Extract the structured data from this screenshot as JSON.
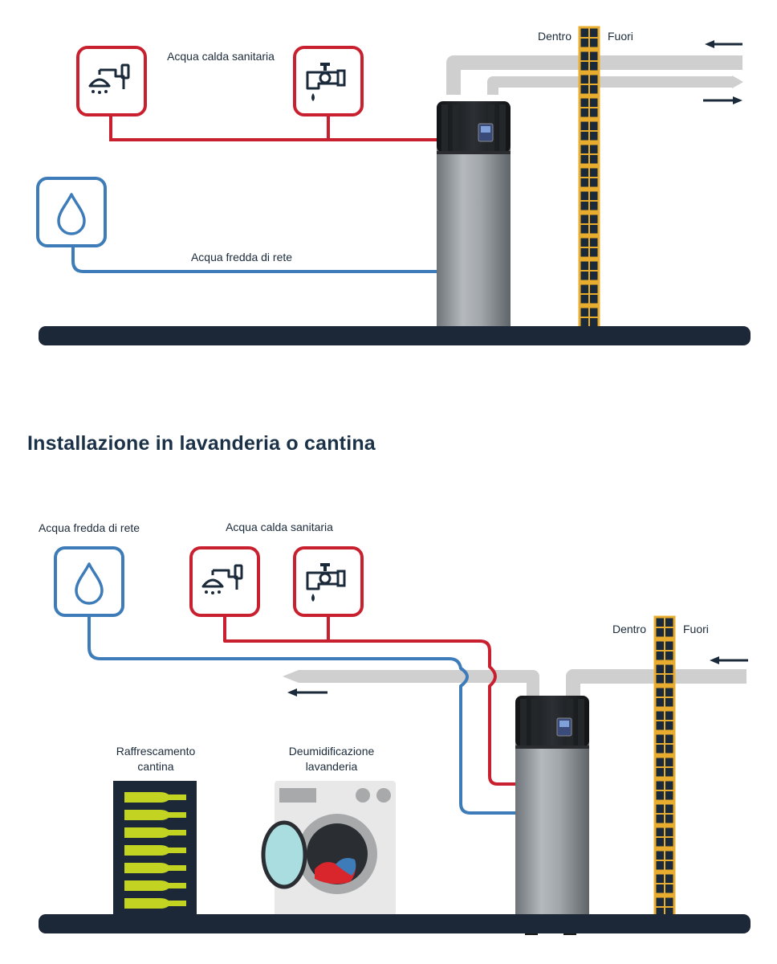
{
  "colors": {
    "hot": "#c8202e",
    "cold": "#3d7cb8",
    "duct": "#cfcfcf",
    "floor": "#1c2837",
    "wall": "#e8ad2e",
    "tank_top": "#1d1f22",
    "tank_body": "#9aa0a5",
    "bottle": "#c3d321",
    "rack": "#1c2837",
    "washer": "#e8e8e8",
    "door_glass": "#a9dde0"
  },
  "top_diagram": {
    "label_hot_water": "Acqua calda sanitaria",
    "label_cold_water": "Acqua fredda di rete",
    "label_inside": "Dentro",
    "label_outside": "Fuori",
    "icons": [
      "shower-icon",
      "faucet-icon",
      "water-drop-icon"
    ]
  },
  "section_title": "Installazione in lavanderia o cantina",
  "bottom_diagram": {
    "label_cold_water": "Acqua fredda di rete",
    "label_hot_water": "Acqua calda sanitaria",
    "label_inside": "Dentro",
    "label_outside": "Fuori",
    "label_cellar_line1": "Raffrescamento",
    "label_cellar_line2": "cantina",
    "label_laundry_line1": "Deumidificazione",
    "label_laundry_line2": "lavanderia",
    "icons": [
      "water-drop-icon",
      "shower-icon",
      "faucet-icon",
      "wine-rack-icon",
      "washing-machine-icon"
    ]
  }
}
